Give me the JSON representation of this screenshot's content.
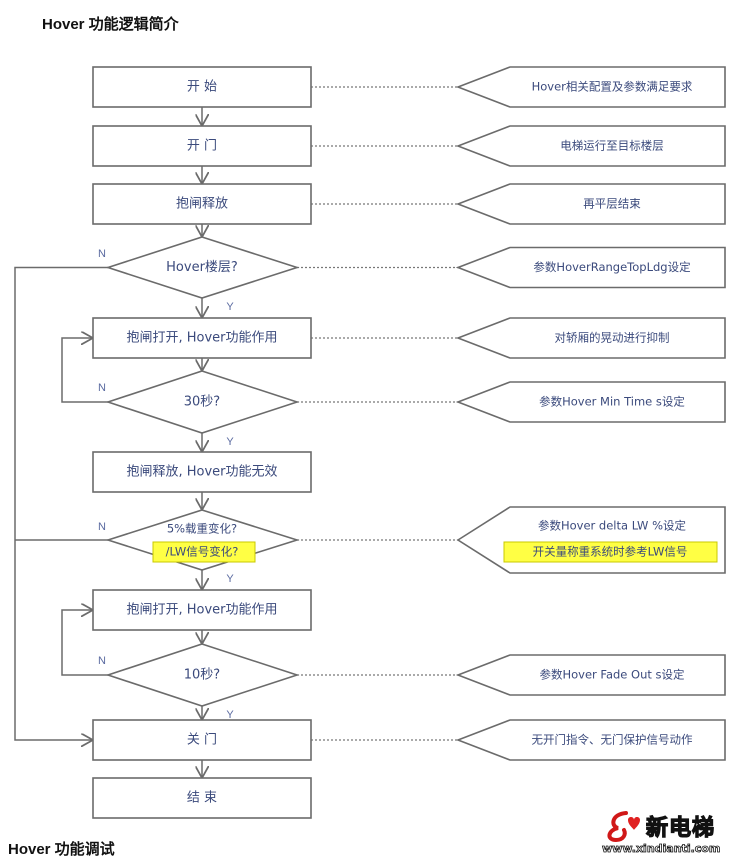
{
  "title": "Hover 功能逻辑简介",
  "subtitle": "Hover 功能调试",
  "flow": {
    "steps": [
      {
        "id": "start",
        "type": "process",
        "label": "开  始"
      },
      {
        "id": "open-door",
        "type": "process",
        "label": "开  门"
      },
      {
        "id": "brake-release-1",
        "type": "process",
        "label": "抱闸释放"
      },
      {
        "id": "hover-floor",
        "type": "decision",
        "label": "Hover楼层?",
        "yes": "Y",
        "no": "N"
      },
      {
        "id": "brake-open-1",
        "type": "process",
        "label": "抱闸打开, Hover功能作用"
      },
      {
        "id": "wait-30s",
        "type": "decision",
        "label": "30秒?",
        "yes": "Y",
        "no": "N"
      },
      {
        "id": "brake-release-2",
        "type": "process",
        "label": "抱闸释放, Hover功能无效"
      },
      {
        "id": "load-change",
        "type": "decision",
        "label": "5%载重变化?",
        "label2": "/LW信号变化?",
        "yes": "Y",
        "no": "N"
      },
      {
        "id": "brake-open-2",
        "type": "process",
        "label": "抱闸打开, Hover功能作用"
      },
      {
        "id": "wait-10s",
        "type": "decision",
        "label": "10秒?",
        "yes": "Y",
        "no": "N"
      },
      {
        "id": "close-door",
        "type": "process",
        "label": "关  门"
      },
      {
        "id": "end",
        "type": "process",
        "label": "结  束"
      }
    ],
    "notes": [
      {
        "step": "start",
        "text": "Hover相关配置及参数满足要求"
      },
      {
        "step": "open-door",
        "text": "电梯运行至目标楼层"
      },
      {
        "step": "brake-release-1",
        "text": "再平层结束"
      },
      {
        "step": "hover-floor",
        "text": "参数HoverRangeTopLdg设定"
      },
      {
        "step": "brake-open-1",
        "text": "对轿厢的晃动进行抑制"
      },
      {
        "step": "wait-30s",
        "text": "参数Hover Min Time s设定"
      },
      {
        "step": "load-change",
        "text": "参数Hover delta LW %设定",
        "text2": "开关量称重系统时参考LW信号"
      },
      {
        "step": "wait-10s",
        "text": "参数Hover Fade Out s设定"
      },
      {
        "step": "close-door",
        "text": "无开门指令、无门保护信号动作"
      }
    ]
  },
  "colors": {
    "line": "#6b6b6b",
    "text": "#3b4a7c",
    "highlight": "#ffff44"
  },
  "logo": {
    "name": "新电梯",
    "url": "www.xindianti.com"
  }
}
